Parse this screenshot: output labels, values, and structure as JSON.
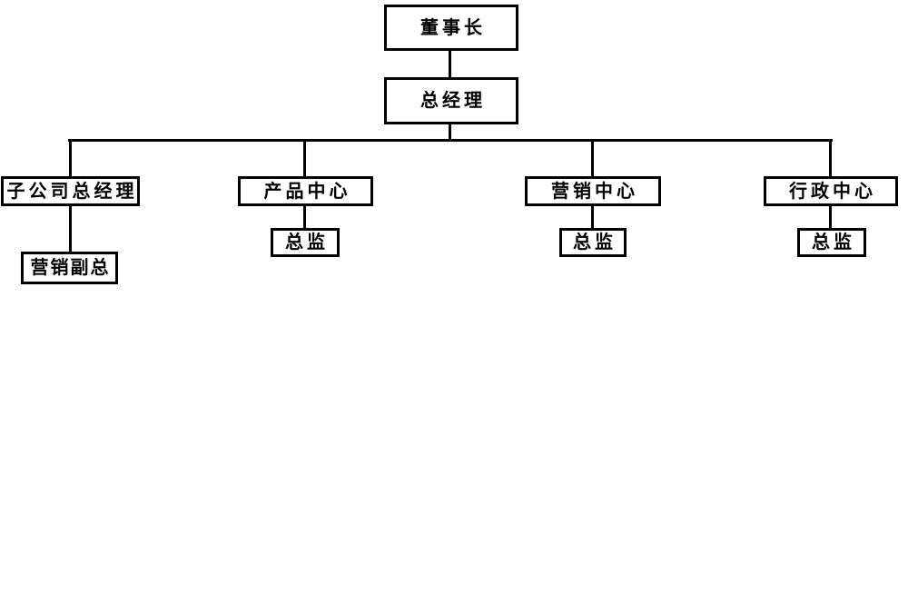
{
  "org_chart": {
    "colors": {
      "background": "#ffffff",
      "line": "#000000",
      "border": "#000000",
      "box_fill": "#ffffff",
      "text": "#000000"
    },
    "root": {
      "label": "董事长",
      "children": [
        {
          "label": "总经理",
          "children": [
            {
              "label": "子公司总经理",
              "children": [
                {
                  "label": "营销副总",
                  "children": []
                }
              ]
            },
            {
              "label": "产品中心",
              "children": [
                {
                  "label": "总监",
                  "children": []
                }
              ]
            },
            {
              "label": "营销中心",
              "children": [
                {
                  "label": "总监",
                  "children": []
                }
              ]
            },
            {
              "label": "行政中心",
              "children": [
                {
                  "label": "总监",
                  "children": []
                }
              ]
            }
          ]
        }
      ]
    }
  }
}
